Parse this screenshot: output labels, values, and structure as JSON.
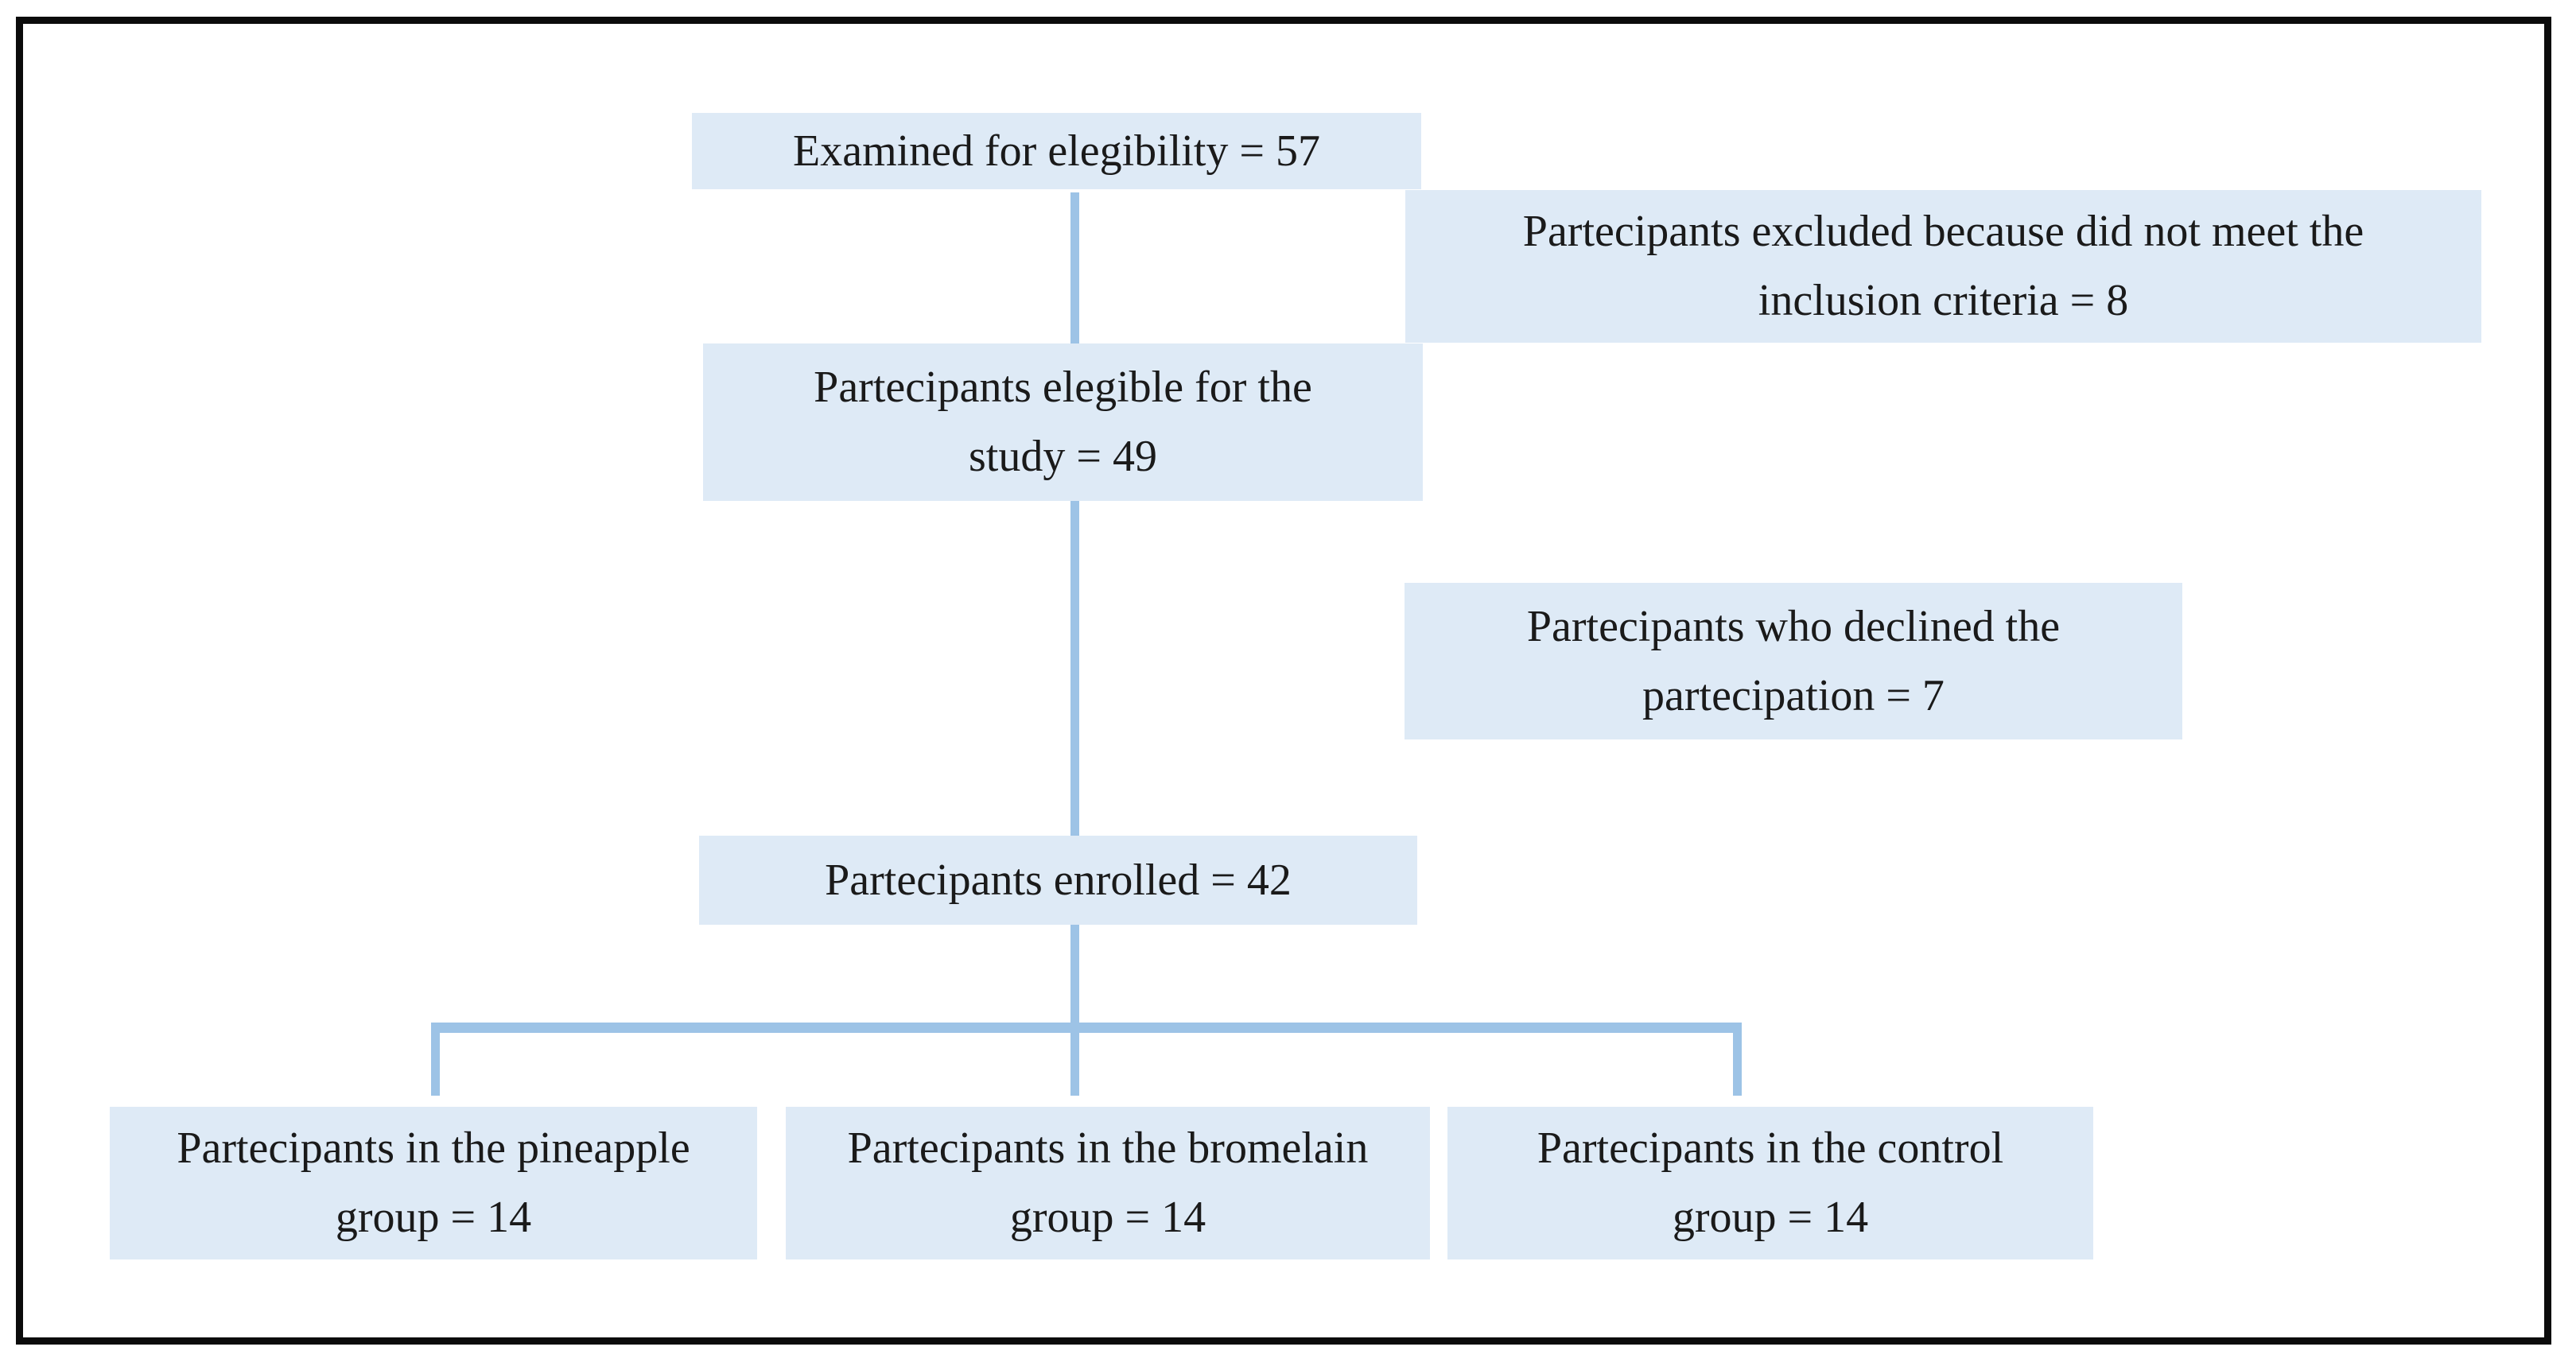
{
  "figure_type": "participant-flow-diagram",
  "colors": {
    "node_fill": "#DEEAF6",
    "connector": "#9DC3E6",
    "frame_border": "#0B0B0B",
    "text": "#1A1A1A",
    "background": "#FFFFFF"
  },
  "flowchart": {
    "nodes": {
      "examined": {
        "text": "Examined for elegibility = 57",
        "value": 57
      },
      "excluded": {
        "text": "Partecipants excluded because did not meet the\ninclusion criteria = 8",
        "value": 8
      },
      "eligible": {
        "text": "Partecipants elegible for the\nstudy = 49",
        "value": 49
      },
      "declined": {
        "text": "Partecipants who declined the\npartecipation = 7",
        "value": 7
      },
      "enrolled": {
        "text": "Partecipants enrolled = 42",
        "value": 42
      },
      "pineapple_group": {
        "text": "Partecipants in the pineapple\ngroup = 14",
        "value": 14
      },
      "bromelain_group": {
        "text": "Partecipants in the bromelain\ngroup = 14",
        "value": 14
      },
      "control_group": {
        "text": "Partecipants in the control\ngroup = 14",
        "value": 14
      }
    },
    "edges": [
      {
        "from": "examined",
        "to": "eligible"
      },
      {
        "from": "eligible",
        "to": "enrolled"
      },
      {
        "from": "enrolled",
        "to": "pineapple_group"
      },
      {
        "from": "enrolled",
        "to": "bromelain_group"
      },
      {
        "from": "enrolled",
        "to": "control_group"
      }
    ],
    "side_annotations": [
      {
        "node": "excluded",
        "between": [
          "examined",
          "eligible"
        ]
      },
      {
        "node": "declined",
        "between": [
          "eligible",
          "enrolled"
        ]
      }
    ]
  }
}
